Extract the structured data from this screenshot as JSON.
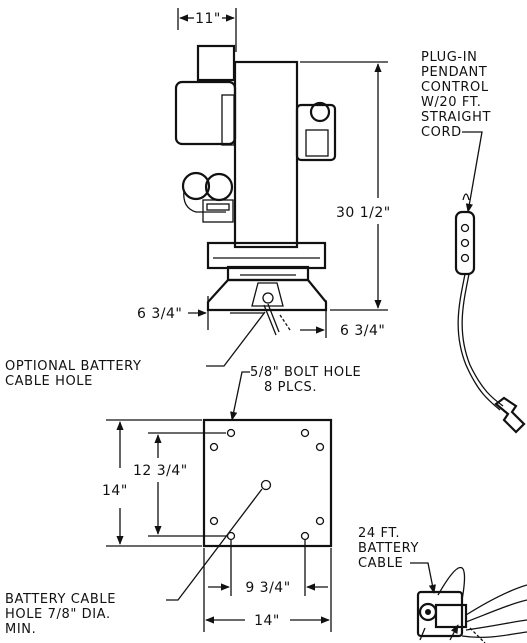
{
  "dimensions": {
    "top_width": "11\"",
    "height": "30 1/2\"",
    "left_overhang": "6 3/4\"",
    "right_overhang": "6 3/4\"",
    "inner_vertical": "12 3/4\"",
    "outer_vertical": "14\"",
    "inner_horizontal": "9 3/4\"",
    "outer_horizontal": "14\""
  },
  "labels": {
    "pendant": [
      "PLUG-IN",
      "PENDANT",
      "CONTROL",
      "W/20 FT.",
      "STRAIGHT",
      "CORD"
    ],
    "optional_hole": [
      "OPTIONAL BATTERY",
      "CABLE HOLE"
    ],
    "bolt_hole": [
      "5/8\" BOLT HOLE",
      "8 PLCS."
    ],
    "battery_cable": [
      "24 FT.",
      "BATTERY",
      "CABLE"
    ],
    "battery_hole": [
      "BATTERY CABLE",
      "HOLE 7/8\" DIA.",
      "MIN."
    ]
  }
}
